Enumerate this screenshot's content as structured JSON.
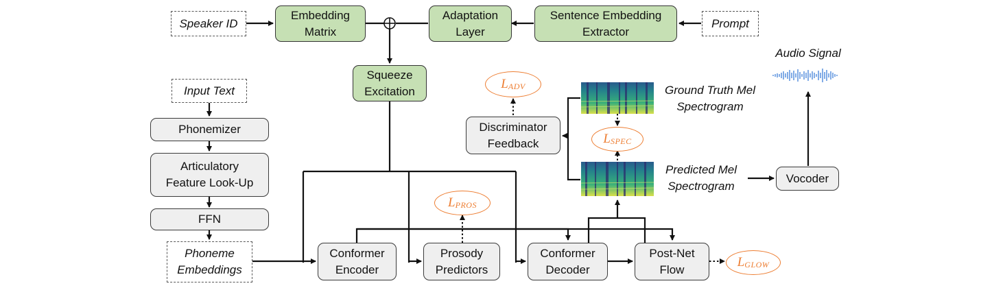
{
  "boxes": {
    "speaker_id": "Speaker ID",
    "embedding_matrix": [
      "Embedding",
      "Matrix"
    ],
    "adaptation_layer": [
      "Adaptation",
      "Layer"
    ],
    "sentence_embedding_extractor": [
      "Sentence Embedding",
      "Extractor"
    ],
    "prompt": "Prompt",
    "squeeze_excitation": [
      "Squeeze",
      "Excitation"
    ],
    "input_text": "Input Text",
    "phonemizer": "Phonemizer",
    "articulatory": [
      "Articulatory",
      "Feature Look-Up"
    ],
    "ffn": "FFN",
    "phoneme_embeddings": [
      "Phoneme",
      "Embeddings"
    ],
    "conformer_encoder": [
      "Conformer",
      "Encoder"
    ],
    "prosody_predictors": [
      "Prosody",
      "Predictors"
    ],
    "conformer_decoder": [
      "Conformer",
      "Decoder"
    ],
    "post_net_flow": [
      "Post-Net",
      "Flow"
    ],
    "discriminator_feedback": [
      "Discriminator",
      "Feedback"
    ],
    "vocoder": "Vocoder"
  },
  "labels": {
    "audio_signal": "Audio Signal",
    "ground_truth_mel": [
      "Ground Truth Mel",
      "Spectrogram"
    ],
    "predicted_mel": [
      "Predicted Mel",
      "Spectrogram"
    ]
  },
  "losses": {
    "adv": {
      "symbol": "L",
      "sub": "ADV"
    },
    "spec": {
      "symbol": "L",
      "sub": "SPEC"
    },
    "pros": {
      "symbol": "L",
      "sub": "PROS"
    },
    "glow": {
      "symbol": "L",
      "sub": "GLOW"
    }
  },
  "colors": {
    "green_box": "#c6e0b4",
    "gray_box": "#efefef",
    "loss_orange": "#ed7d31",
    "waveform_blue": "#2e75d6"
  }
}
